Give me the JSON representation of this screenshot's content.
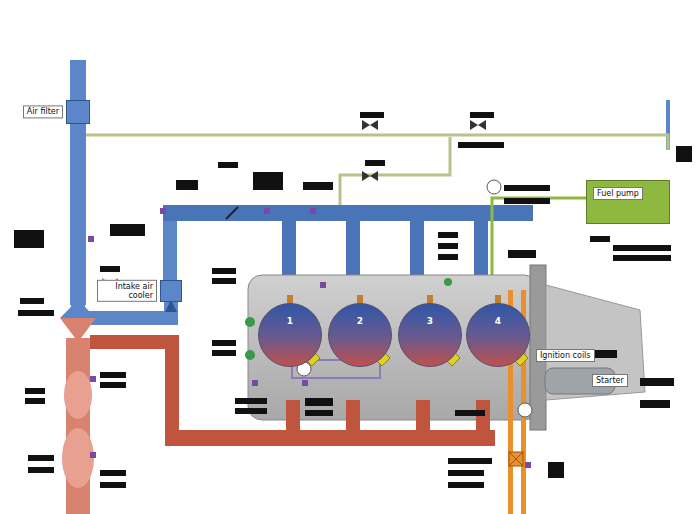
{
  "diagram": {
    "nodes": [
      {
        "text": [
          "Air filter"
        ]
      },
      {
        "text": [
          "Intake air cooler"
        ]
      },
      {
        "text": [
          "Fuel pump"
        ]
      },
      {
        "text": [
          "Ignition coils"
        ]
      },
      {
        "text": [
          "Starter"
        ]
      },
      {
        "text": [
          "1"
        ]
      },
      {
        "text": [
          "2"
        ]
      },
      {
        "text": [
          "3"
        ]
      },
      {
        "text": [
          "4"
        ]
      }
    ],
    "edges": [
      {
        "from": 0,
        "to": 1,
        "arrow": "to"
      }
    ]
  }
}
